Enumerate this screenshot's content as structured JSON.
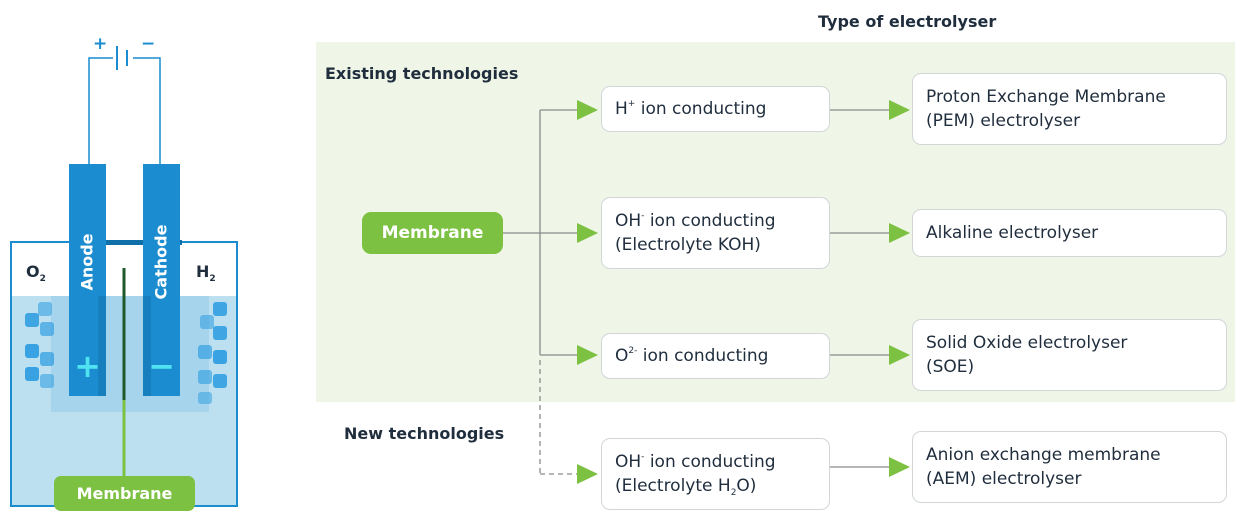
{
  "header": {
    "title": "Type of electrolyser"
  },
  "sections": {
    "existing": "Existing technologies",
    "new": "New technologies"
  },
  "membrane_root": "Membrane",
  "conductors": [
    {
      "main": "H",
      "sup": "+",
      "rest": " ion conducting",
      "line2": ""
    },
    {
      "main": "OH",
      "sup": "-",
      "rest": " ion conducting",
      "line2": "(Electrolyte KOH)"
    },
    {
      "main": "O",
      "sup": "2-",
      "rest": " ion conducting",
      "line2": ""
    },
    {
      "main": "OH",
      "sup": "-",
      "rest": " ion conducting",
      "line2_pre": "(Electrolyte H",
      "line2_sub": "2",
      "line2_post": "O)"
    }
  ],
  "electrolysers": [
    {
      "line1": "Proton Exchange Membrane",
      "line2": "(PEM) electrolyser"
    },
    {
      "line1": "Alkaline electrolyser",
      "line2": ""
    },
    {
      "line1": "Solid Oxide electrolyser",
      "line2": "(SOE)"
    },
    {
      "line1": "Anion exchange membrane",
      "line2": "(AEM) electrolyser"
    }
  ],
  "cell": {
    "anode": "Anode",
    "cathode": "Cathode",
    "plus": "+",
    "minus": "−",
    "battery_plus": "+",
    "battery_minus": "−",
    "o2_main": "O",
    "o2_sub": "2",
    "h2_main": "H",
    "h2_sub": "2",
    "membrane_label": "Membrane"
  },
  "colors": {
    "electrode": "#1a8ccf",
    "electrode_dark": "#0f6fa8",
    "accent_green": "#7cc142",
    "arrow_green": "#7cc142",
    "connector": "#8a8a8a",
    "tank_border": "#1a8ccf",
    "electrolyte": "#bde0f1",
    "bubble": "#2a9be0"
  }
}
